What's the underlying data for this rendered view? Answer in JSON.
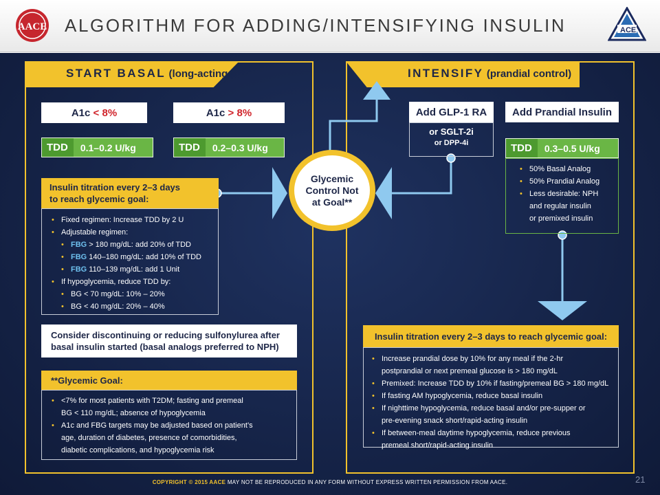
{
  "header": {
    "title": "ALGORITHM FOR ADDING/INTENSIFYING INSULIN",
    "logo_left": "AACE",
    "logo_right": "ACE"
  },
  "left": {
    "tab_main": "START BASAL",
    "tab_sub": "(long-acting insulin)",
    "a1c_low_prefix": "A1c ",
    "a1c_low_value": "< 8%",
    "a1c_high_prefix": "A1c ",
    "a1c_high_value": "> 8%",
    "tdd_label": "TDD",
    "tdd_low": "0.1–0.2 U/kg",
    "tdd_high": "0.2–0.3 U/kg",
    "titration_title_1": "Insulin titration every 2–3 days",
    "titration_title_2": "to reach glycemic goal:",
    "titration_items": [
      {
        "text": "Fixed regimen: Increase TDD by 2 U",
        "sub": false
      },
      {
        "text": "Adjustable regimen:",
        "sub": false
      },
      {
        "bold": "FBG",
        "text": " > 180 mg/dL: add 20% of TDD",
        "sub": true
      },
      {
        "bold": "FBG",
        "text": " 140–180 mg/dL: add 10% of TDD",
        "sub": true
      },
      {
        "bold": "FBG",
        "text": " 110–139 mg/dL: add 1 Unit",
        "sub": true
      },
      {
        "text": "If hypoglycemia, reduce TDD by:",
        "sub": false
      },
      {
        "text": "BG < 70 mg/dL: 10% – 20%",
        "sub": true
      },
      {
        "text": "BG < 40 mg/dL: 20% – 40%",
        "sub": true
      }
    ],
    "sulfonylurea_1": "Consider discontinuing or reducing sulfonylurea after",
    "sulfonylurea_2": "basal insulin started (basal analogs preferred to NPH)",
    "goal_title": "**Glycemic Goal:",
    "goal_items": [
      {
        "lines": [
          "<7% for most patients with T2DM; fasting and premeal",
          "BG < 110 mg/dL; absence of hypoglycemia"
        ]
      },
      {
        "lines": [
          "A1c and FBG targets may be adjusted based on patient’s",
          "age, duration of diabetes, presence of comorbidities,",
          "diabetic complications, and hypoglycemia risk"
        ]
      }
    ]
  },
  "center": {
    "line1": "Glycemic",
    "line2": "Control Not",
    "line3": "at Goal**"
  },
  "right": {
    "tab_main": "INTENSIFY",
    "tab_sub": "(prandial control)",
    "glp1": "Add GLP-1 RA",
    "glp1_or": "or SGLT-2i",
    "glp1_or2": "or DPP-4i",
    "prandial": "Add Prandial Insulin",
    "tdd_label": "TDD",
    "tdd_value": "0.3–0.5 U/kg",
    "prandial_items": [
      {
        "lines": [
          "50% Basal Analog"
        ]
      },
      {
        "lines": [
          "50% Prandial Analog"
        ]
      },
      {
        "lines": [
          "Less desirable: NPH",
          "and regular insulin",
          "or premixed insulin"
        ]
      }
    ],
    "titration_title": "Insulin titration every 2–3 days to reach glycemic goal:",
    "titration_items": [
      {
        "lines": [
          "Increase prandial dose by 10% for any meal if the 2-hr",
          "postprandial or next premeal glucose is > 180 mg/dL"
        ]
      },
      {
        "lines": [
          "Premixed: Increase TDD by 10% if fasting/premeal BG > 180 mg/dL"
        ]
      },
      {
        "lines": [
          "If fasting AM hypoglycemia, reduce basal insulin"
        ]
      },
      {
        "lines": [
          "If nighttime hypoglycemia, reduce basal and/or pre-supper or",
          "pre-evening snack short/rapid-acting insulin"
        ]
      },
      {
        "lines": [
          "If between-meal daytime hypoglycemia, reduce previous",
          "premeal short/rapid-acting insulin"
        ]
      }
    ]
  },
  "footer": {
    "copyright_bold": "COPYRIGHT © 2015 AACE",
    "copyright_rest": " MAY NOT BE REPRODUCED IN ANY FORM WITHOUT EXPRESS WRITTEN PERMISSION FROM AACE.",
    "page": "21"
  },
  "colors": {
    "navy": "#152347",
    "gold": "#f2c22c",
    "green": "#6ab645",
    "red": "#d0242b",
    "arrow_blue": "#8fc9ef"
  }
}
